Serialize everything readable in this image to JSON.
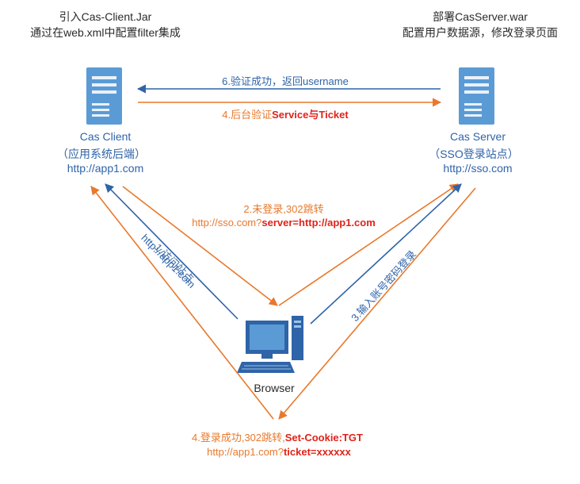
{
  "top_left": {
    "line1": "引入Cas-Client.Jar",
    "line2": "通过在web.xml中配置filter集成"
  },
  "top_right": {
    "line1": "部署CasServer.war",
    "line2": "配置用户数据源，修改登录页面"
  },
  "client": {
    "name": "Cas Client",
    "role": "（应用系统后端）",
    "url": "http://app1.com"
  },
  "server": {
    "name": "Cas Server",
    "role": "（SSO登录站点）",
    "url": "http://sso.com"
  },
  "browser": {
    "name": "Browser"
  },
  "steps": {
    "step6": "6.验证成功，返回username",
    "step4_backend_prefix": "4.后台验证",
    "step4_backend_highlight": "Service与Ticket",
    "step2_title": "2.未登录,302跳转",
    "step2_url_prefix": "http://sso.com?",
    "step2_url_highlight": "server=http://app1.com",
    "step1_title": "1.访问站点",
    "step1_url": "http://app1.com",
    "step3_title": "3.输入账号密码登录",
    "step4_login_prefix": "4.登录成功,302跳转,",
    "step4_login_highlight": "Set-Cookie:TGT",
    "step4_url_prefix": "http://app1.com?",
    "step4_url_highlight": "ticket=xxxxxx"
  },
  "colors": {
    "blue": "#2f64a8",
    "orange": "#e8792c",
    "red": "#e0231a",
    "server_fill": "#5b9bd5"
  }
}
